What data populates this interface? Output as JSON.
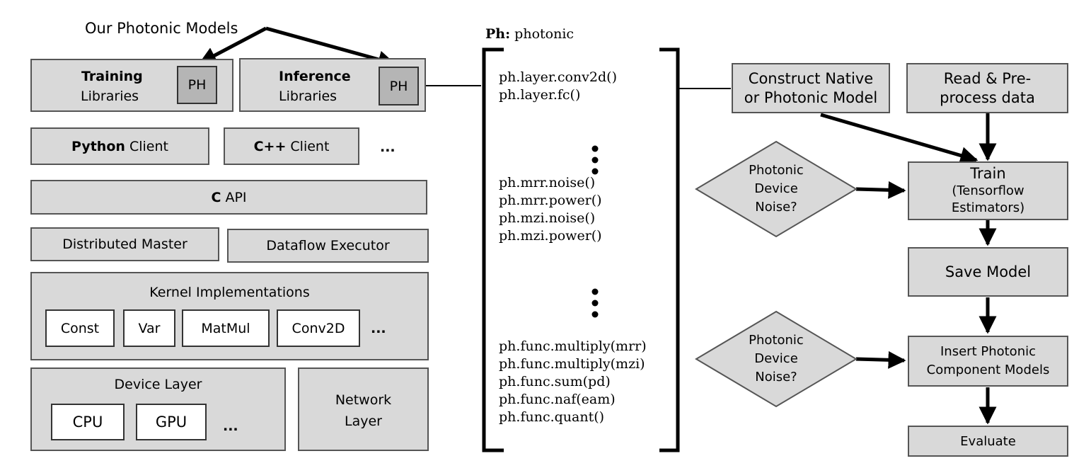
{
  "photonic_models_label": "Our Photonic Models",
  "stack": {
    "training": {
      "bold": "Training",
      "rest": "Libraries",
      "ph": "PH"
    },
    "inference": {
      "bold": "Inference",
      "rest": "Libraries",
      "ph": "PH"
    },
    "python_client": {
      "bold": "Python",
      "rest": " Client"
    },
    "cpp_client": {
      "bold": "C++",
      "rest": " Client"
    },
    "client_more": "...",
    "c_api": {
      "bold": "C",
      "rest": " API"
    },
    "distributed_master": "Distributed Master",
    "dataflow_executor": "Dataflow Executor",
    "kernel": {
      "title": "Kernel Implementations",
      "items": [
        "Const",
        "Var",
        "MatMul",
        "Conv2D"
      ],
      "more": "..."
    },
    "device_layer": {
      "title": "Device Layer",
      "items": [
        "CPU",
        "GPU"
      ],
      "more": "..."
    },
    "network_layer": {
      "line1": "Network",
      "line2": "Layer"
    }
  },
  "api_list": {
    "header_bold": "Ph:",
    "header_rest": " photonic",
    "group1": [
      "ph.layer.conv2d()",
      "ph.layer.fc()"
    ],
    "group2": [
      "ph.mrr.noise()",
      "ph.mrr.power()",
      "ph.mzi.noise()",
      "ph.mzi.power()"
    ],
    "group3": [
      "ph.func.multiply(mrr)",
      "ph.func.multiply(mzi)",
      "ph.func.sum(pd)",
      "ph.func.naf(eam)",
      "ph.func.quant()"
    ]
  },
  "flow": {
    "construct": {
      "line1": "Construct Native",
      "line2": "or Photonic Model"
    },
    "read": {
      "line1": "Read & Pre-",
      "line2": "process data"
    },
    "train": {
      "line1": "Train",
      "line2": "(Tensorflow",
      "line3": "Estimators)"
    },
    "save": "Save Model",
    "insert": {
      "line1": "Insert Photonic",
      "line2": "Component Models"
    },
    "evaluate": "Evaluate",
    "decision1": {
      "line1": "Photonic",
      "line2": "Device",
      "line3": "Noise?"
    },
    "decision2": {
      "line1": "Photonic",
      "line2": "Device",
      "line3": "Noise?"
    }
  }
}
